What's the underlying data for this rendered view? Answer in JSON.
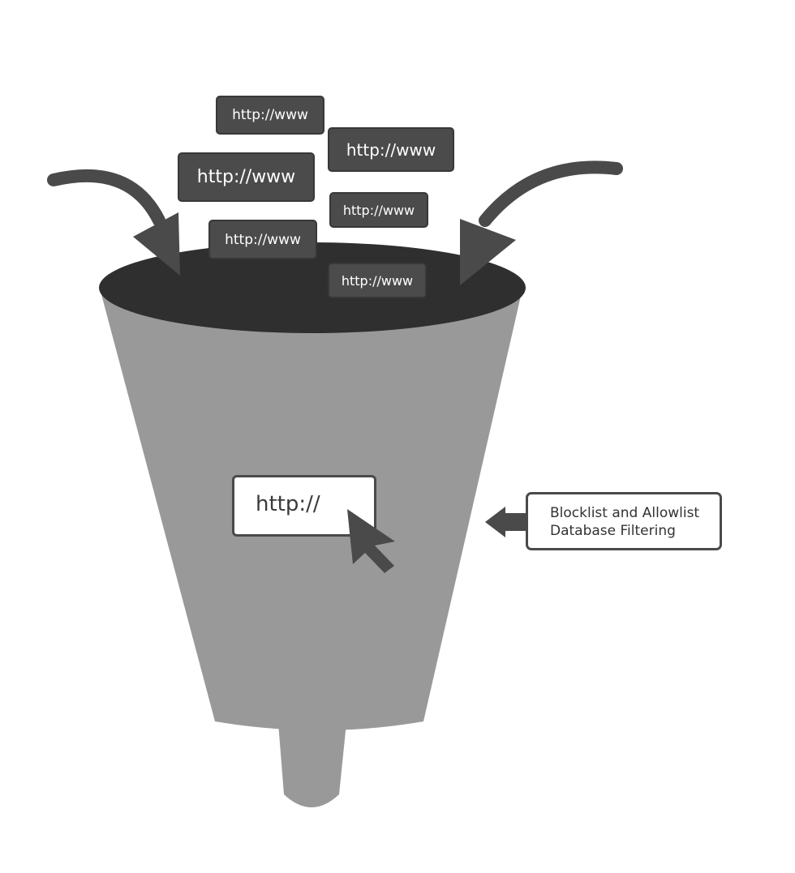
{
  "url_tags": [
    "http://www",
    "http://www",
    "http://www",
    "http://www",
    "http://www",
    "http://www"
  ],
  "browser_bar": {
    "text": "http://"
  },
  "callout": {
    "line1": "Blocklist and Allowlist",
    "line2": "Database Filtering"
  },
  "colors": {
    "funnel_body": "#999999",
    "funnel_mouth": "#2f2f2f",
    "arrows": "#4a4a4a",
    "tags": "#4b4b4b",
    "background": "#ffffff"
  },
  "icons": [
    "curved-arrow-left-icon",
    "curved-arrow-right-icon",
    "cursor-icon",
    "left-arrow-icon"
  ]
}
